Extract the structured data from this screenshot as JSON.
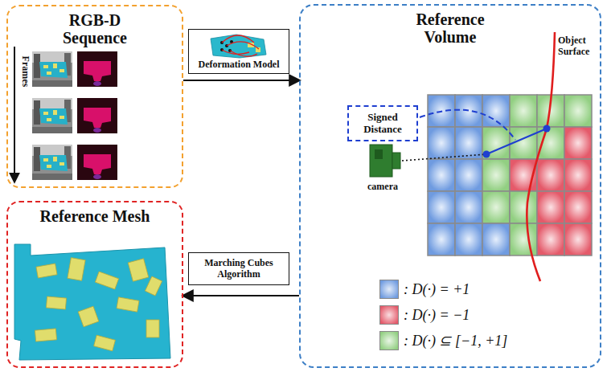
{
  "diagram": {
    "nodes": [
      {
        "text": [
          "RGB-D Sequence"
        ]
      },
      {
        "text": [
          "Deformation Model"
        ]
      },
      {
        "text": [
          "Reference Volume"
        ]
      },
      {
        "text": [
          "Signed Distance"
        ],
        "in": 2
      },
      {
        "text": [
          "Reference Mesh"
        ]
      },
      {
        "text": [
          "Marching Cubes Algorithm"
        ]
      }
    ],
    "edges": [
      {
        "from": 0,
        "to": 2,
        "arrow": "to"
      },
      {
        "from": 2,
        "to": 4,
        "arrow": "to"
      }
    ],
    "labels": [
      "Frames",
      "Object Surface",
      "camera"
    ],
    "legend": [
      {
        "text": ": D(·) = +1",
        "color": "#6f9be0"
      },
      {
        "text": ": D(·) = −1",
        "color": "#e45a6a"
      },
      {
        "text": ": D(·) ⊆ [−1, +1]",
        "color": "#92cf82"
      }
    ]
  }
}
